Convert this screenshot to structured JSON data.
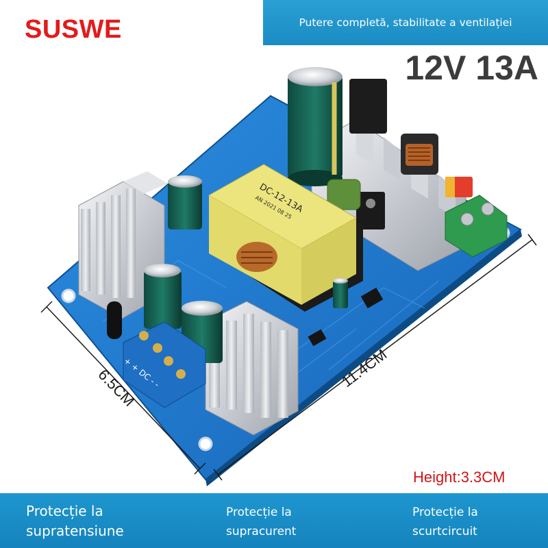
{
  "brand": "SUSWE",
  "banner_text": "Putere completă, stabilitate a ventilației",
  "model": "12V 13A",
  "dimensions": {
    "length": "11.4CM",
    "width": "6.5CM",
    "height": "Height:3.3CM"
  },
  "board": {
    "transformer_label": "DC-12-13A",
    "transformer_code": "AN 2021 08 25",
    "terminal_label": "+ + DC - -"
  },
  "features": [
    {
      "line1": "Protecție la",
      "line2": "supratensiune"
    },
    {
      "line1": "Protecție la",
      "line2": "supracurent"
    },
    {
      "line1": "Protecție la",
      "line2": "scurtcircuit"
    }
  ],
  "colors": {
    "brand": "#e21b1b",
    "banner": "#1b8cc3",
    "pcb": "#1f7fd0",
    "transformer": "#e8e07a"
  }
}
